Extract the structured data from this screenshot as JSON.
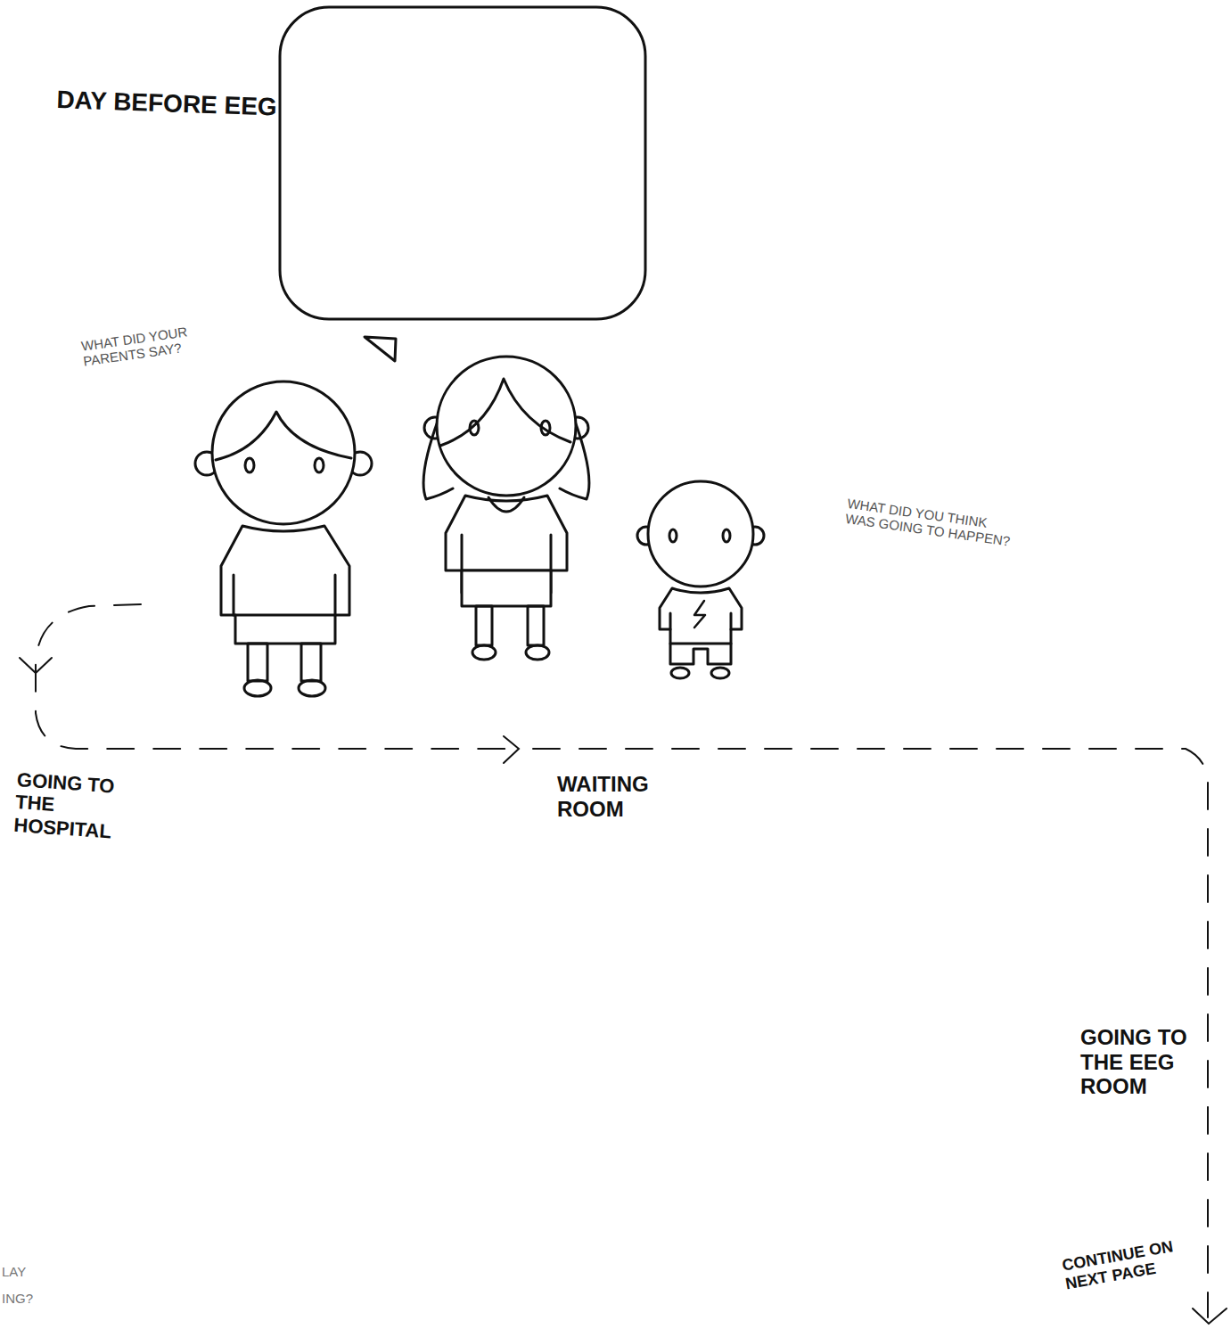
{
  "diagram": {
    "title": "DAY BEFORE EEG",
    "labels": [
      "WHAT DID YOUR PARENTS SAY?",
      "WHAT DID YOU THINK WAS GOING TO HAPPEN?",
      "GOING TO THE HOSPITAL",
      "WAITING ROOM",
      "GOING TO THE EEG ROOM",
      "CONTINUE ON NEXT PAGE",
      "LAY",
      "ING?"
    ]
  }
}
